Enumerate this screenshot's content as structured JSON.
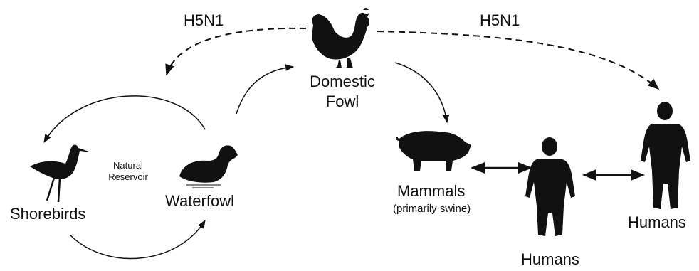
{
  "edges": {
    "left_h5n1": "H5N1",
    "right_h5n1": "H5N1"
  },
  "nodes": {
    "domestic_fowl": {
      "line1": "Domestic",
      "line2": "Fowl"
    },
    "shorebirds": {
      "label": "Shorebirds"
    },
    "waterfowl": {
      "label": "Waterfowl"
    },
    "natural_reservoir": {
      "line1": "Natural",
      "line2": "Reservoir"
    },
    "mammals": {
      "label": "Mammals",
      "sublabel": "(primarily swine)"
    },
    "humans_center": {
      "label": "Humans"
    },
    "humans_right": {
      "label": "Humans"
    }
  },
  "colors": {
    "ink": "#111111",
    "background": "#ffffff"
  },
  "icons": [
    "chicken-icon",
    "shorebird-icon",
    "duck-icon",
    "pig-icon",
    "human-icon",
    "human-icon"
  ]
}
